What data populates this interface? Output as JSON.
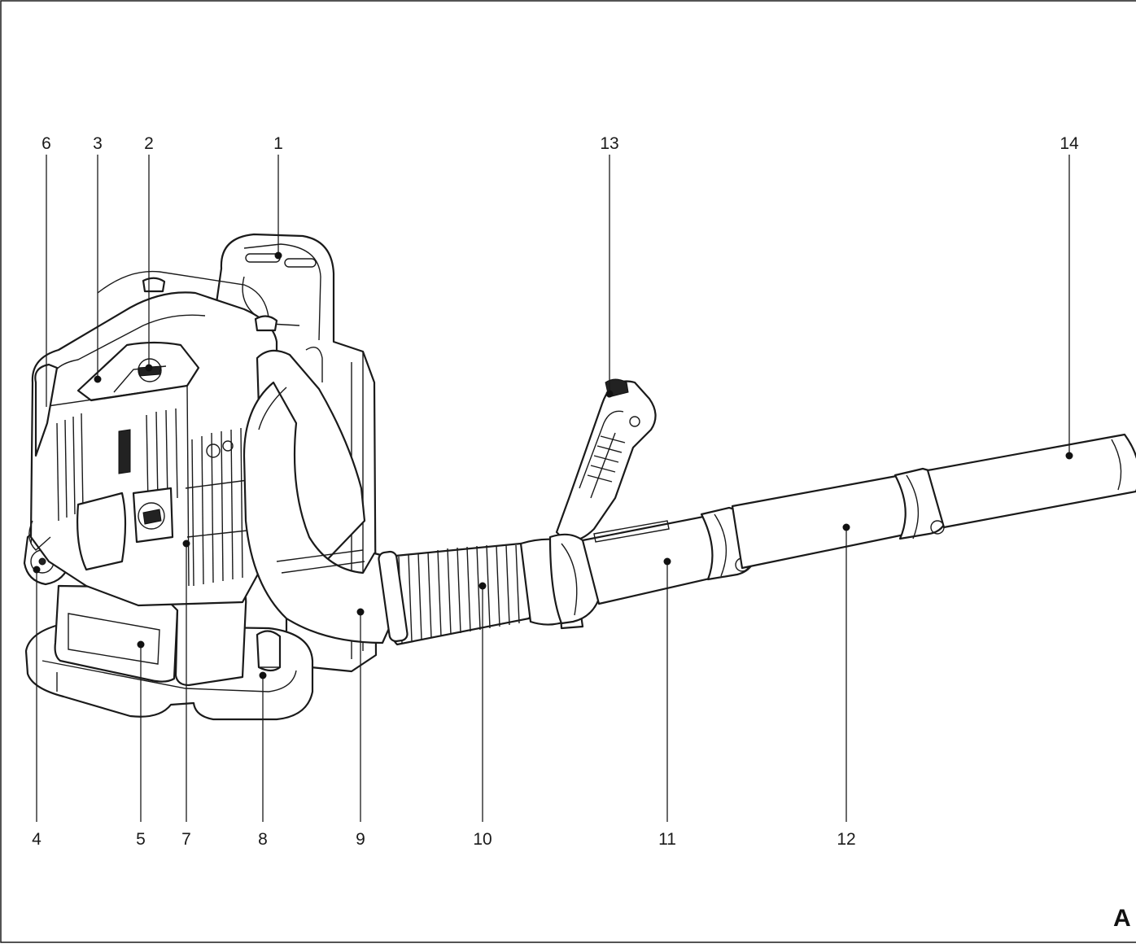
{
  "figure": {
    "figure_label": "A",
    "callouts": [
      {
        "id": "1",
        "text": "1"
      },
      {
        "id": "2",
        "text": "2"
      },
      {
        "id": "3",
        "text": "3"
      },
      {
        "id": "4",
        "text": "4"
      },
      {
        "id": "5",
        "text": "5"
      },
      {
        "id": "6",
        "text": "6"
      },
      {
        "id": "7",
        "text": "7"
      },
      {
        "id": "8",
        "text": "8"
      },
      {
        "id": "9",
        "text": "9"
      },
      {
        "id": "10",
        "text": "10"
      },
      {
        "id": "11",
        "text": "11"
      },
      {
        "id": "12",
        "text": "12"
      },
      {
        "id": "13",
        "text": "13"
      },
      {
        "id": "14",
        "text": "14"
      }
    ]
  },
  "colors": {
    "line": "#1a1a1a",
    "background": "#ffffff"
  }
}
